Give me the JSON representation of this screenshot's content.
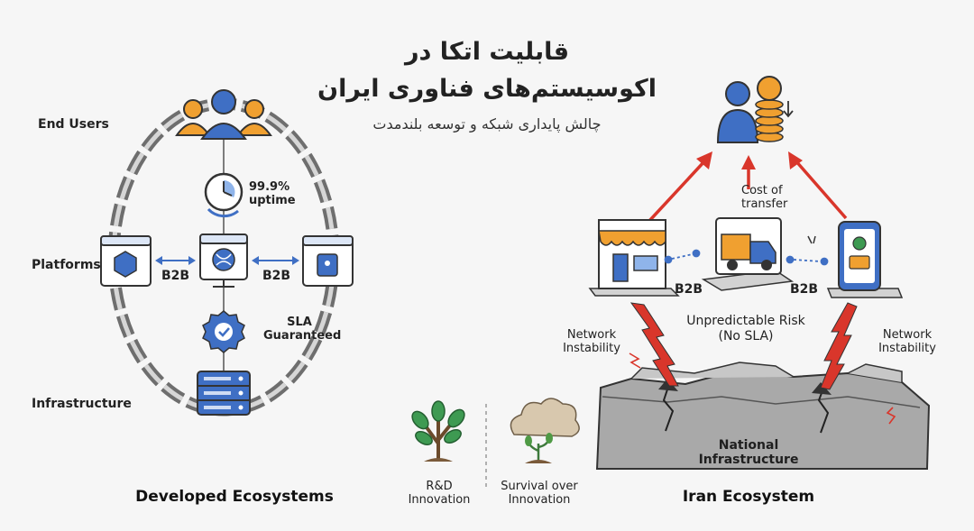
{
  "header": {
    "title_line1": "قابلیت اتکا در",
    "title_line2": "اکوسیستم‌های فناوری ایران",
    "subtitle": "چالش پایداری شبکه و توسعه بلندمدت"
  },
  "developed": {
    "label_end_users": "End Users",
    "label_platforms": "Platforms",
    "label_infrastructure": "Infrastructure",
    "uptime_value": "99.9%",
    "uptime_label": "uptime",
    "b2b_left": "B2B",
    "b2b_right": "B2B",
    "sla_line1": "SLA",
    "sla_line2": "Guaranteed",
    "caption": "Developed Ecosystems"
  },
  "middle": {
    "rd_line1": "R&D",
    "rd_line2": "Innovation",
    "survival_line1": "Survival over",
    "survival_line2": "Innovation"
  },
  "iran": {
    "cost_line1": "Cost of",
    "cost_line2": "transfer",
    "b2b_left": "B2B",
    "b2b_right": "B2B",
    "risk_line1": "Unpredictable Risk",
    "risk_line2": "(No SLA)",
    "net_left_line1": "Network",
    "net_left_line2": "Instability",
    "net_right_line1": "Network",
    "net_right_line2": "Instability",
    "infra_label": "National Infrastructure",
    "caption": "Iran Ecosystem"
  },
  "colors": {
    "blue": "#3f6fc4",
    "orange": "#f0a030",
    "red_arrow": "#d9362b",
    "chain": "#6e6e6e",
    "rock": "#a9a9a9",
    "tree_green": "#3e9a52"
  }
}
